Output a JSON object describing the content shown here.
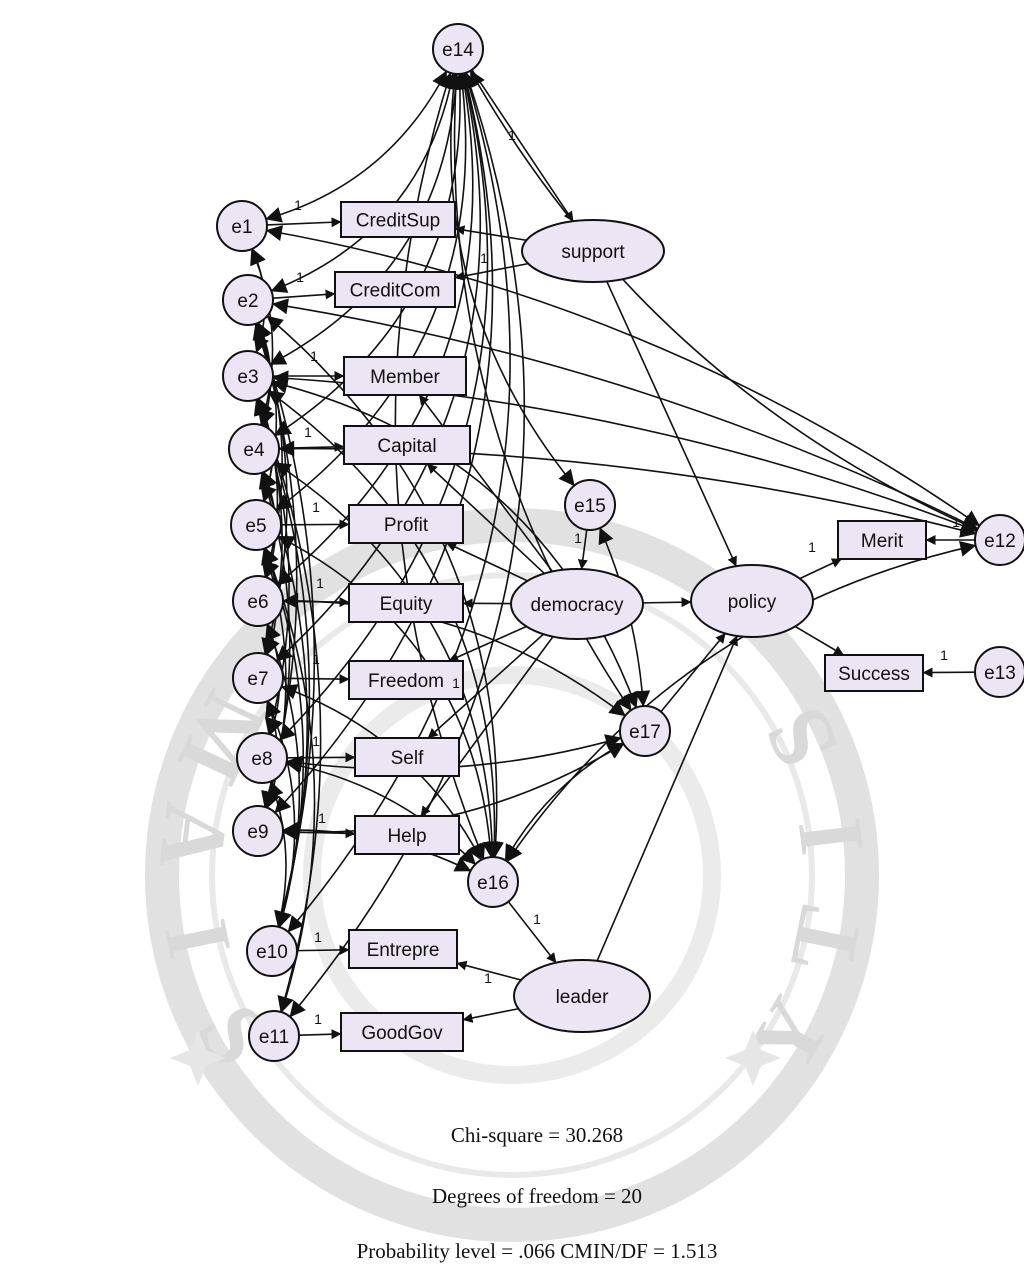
{
  "error_terms": [
    "e1",
    "e2",
    "e3",
    "e4",
    "e5",
    "e6",
    "e7",
    "e8",
    "e9",
    "e10",
    "e11",
    "e12",
    "e13",
    "e14",
    "e15",
    "e16",
    "e17"
  ],
  "observed": [
    "CreditSup",
    "CreditCom",
    "Member",
    "Capital",
    "Profit",
    "Equity",
    "Freedom",
    "Self",
    "Help",
    "Entrepre",
    "GoodGov",
    "Merit",
    "Success"
  ],
  "latent": [
    "support",
    "democracy",
    "policy",
    "leader"
  ],
  "path_weight_label": "1",
  "stats": {
    "chi_square": "Chi-square = 30.268",
    "df": "Degrees of freedom = 20",
    "prob": "Probability level = .066 CMIN/DF = 1.513"
  },
  "watermark": {
    "letters": [
      "S",
      "I",
      "A",
      "M",
      "U",
      "N",
      "I",
      "V",
      "E",
      "R",
      "S",
      "I",
      "T",
      "Y"
    ]
  },
  "colors": {
    "fill": "#ece5f4",
    "stroke": "#111111",
    "watermark": "#d3d3d3"
  }
}
